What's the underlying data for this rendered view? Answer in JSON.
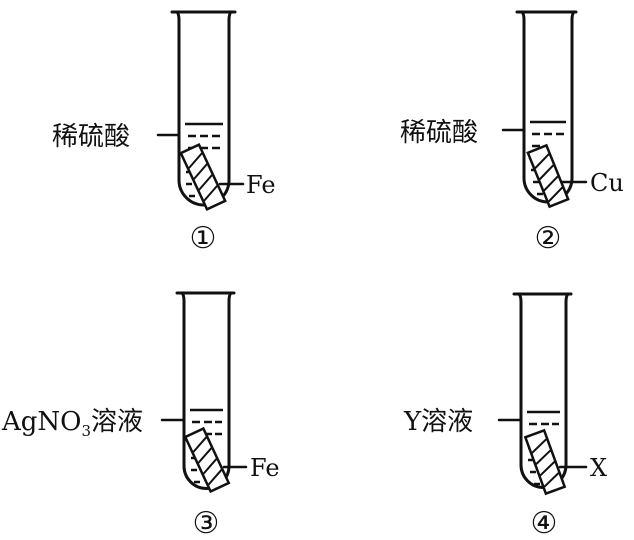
{
  "tubes": [
    {
      "id": "1",
      "solution": "稀硫酸",
      "metal": "Fe",
      "number": "①"
    },
    {
      "id": "2",
      "solution": "稀硫酸",
      "metal": "Cu",
      "number": "②"
    },
    {
      "id": "3",
      "solution_main": "AgNO",
      "solution_sub": "3",
      "solution_tail": "溶液",
      "metal": "Fe",
      "number": "③"
    },
    {
      "id": "4",
      "solution": "Y溶液",
      "metal": "X",
      "number": "④"
    }
  ]
}
